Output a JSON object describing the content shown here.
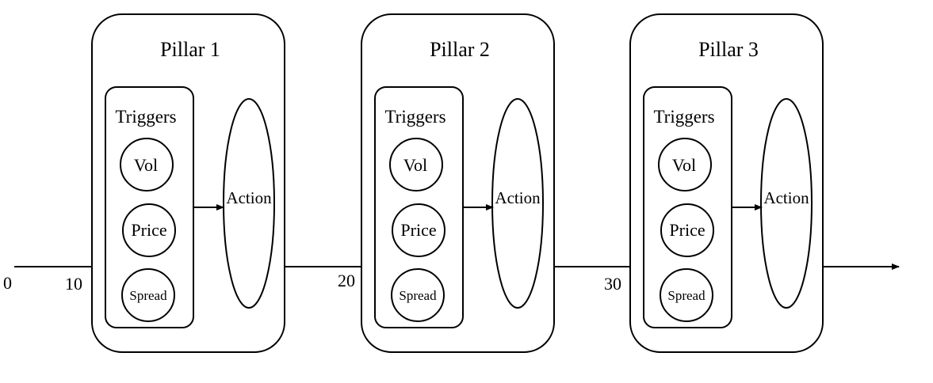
{
  "timeline": {
    "ticks": [
      "0",
      "10",
      "20",
      "30"
    ]
  },
  "pillars": [
    {
      "title": "Pillar 1",
      "triggers_label": "Triggers",
      "triggers": [
        "Vol",
        "Price",
        "Spread"
      ],
      "action_label": "Action"
    },
    {
      "title": "Pillar 2",
      "triggers_label": "Triggers",
      "triggers": [
        "Vol",
        "Price",
        "Spread"
      ],
      "action_label": "Action"
    },
    {
      "title": "Pillar 3",
      "triggers_label": "Triggers",
      "triggers": [
        "Vol",
        "Price",
        "Spread"
      ],
      "action_label": "Action"
    }
  ],
  "colors": {
    "stroke": "#000000",
    "background": "#ffffff"
  }
}
